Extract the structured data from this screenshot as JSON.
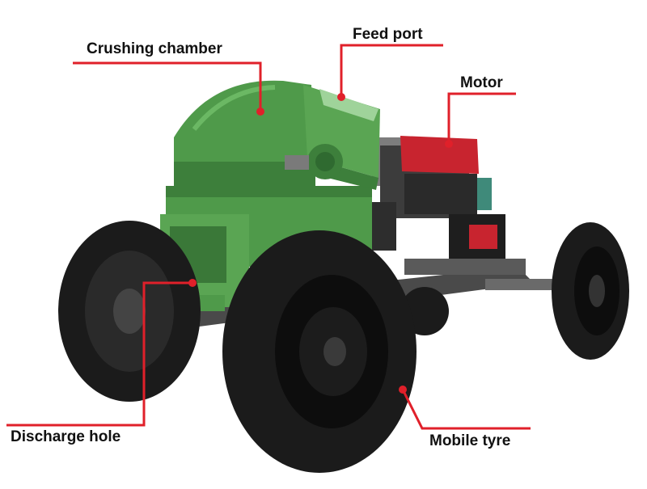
{
  "labels": {
    "crushing_chamber": "Crushing chamber",
    "feed_port": "Feed port",
    "motor": "Motor",
    "discharge_hole": "Discharge hole",
    "mobile_tyre": "Mobile tyre"
  },
  "colors": {
    "machine_green": "#4f9a4a",
    "machine_green_dark": "#2f6a30",
    "engine_red": "#c8242f",
    "callout_red": "#e0202a",
    "tyre_black": "#1b1b1b",
    "rim_black": "#0d0d0d",
    "frame_gray": "#5a5a5a"
  }
}
